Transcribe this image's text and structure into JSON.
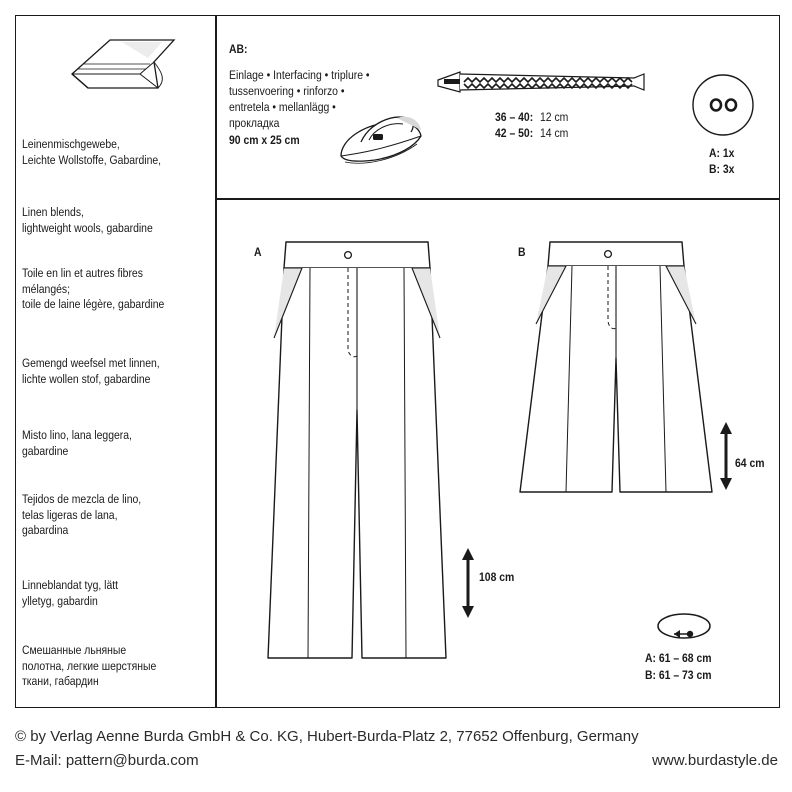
{
  "fabrics": [
    "Leinenmischgewebe,\nLeichte Wollstoffe, Gabardine,",
    "Linen blends,\nlightweight wools, gabardine",
    "Toile en lin et autres fibres\nmélangés;\ntoile de laine légère, gabardine",
    "Gemengd weefsel met linnen,\nlichte wollen stof, gabardine",
    "Misto lino, lana leggera,\ngabardine",
    "Tejidos de mezcla de lino,\ntelas ligeras de lana,\ngabardina",
    "Linneblandat tyg, lätt\nylletyg, gabardin",
    "Смешанные льняные\nполотна, легкие шерстяные\nткани, габардин"
  ],
  "notions": {
    "interfacing": {
      "heading": "AB:",
      "lines": [
        "Einlage • Interfacing • triplure •",
        "tussenvoering • rinforzo •",
        "entretela • mellanlägg •",
        "прокладка"
      ],
      "size": "90 cm x 25 cm"
    },
    "zipper": {
      "rows": [
        {
          "sizes": "36 – 40:",
          "length": "12 cm"
        },
        {
          "sizes": "42 – 50:",
          "length": "14 cm"
        }
      ]
    },
    "buttons": {
      "rows": [
        "A: 1x",
        "B: 3x"
      ]
    }
  },
  "views": {
    "a": {
      "label": "A",
      "length": "108 cm"
    },
    "b": {
      "label": "B",
      "length": "64 cm"
    }
  },
  "waist": {
    "rows": [
      "A: 61 – 68 cm",
      "B: 61 – 73 cm"
    ]
  },
  "footer": {
    "copyright": "© by Verlag Aenne Burda GmbH & Co. KG, Hubert-Burda-Platz 2, 77652 Offenburg, Germany",
    "email": "E-Mail: pattern@burda.com",
    "website": "www.burdastyle.de"
  }
}
